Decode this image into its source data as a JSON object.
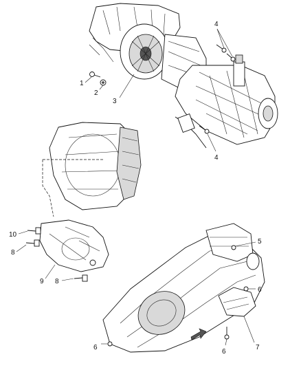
{
  "callouts": {
    "c1": "1",
    "c2": "2",
    "c3": "3",
    "c4a": "4",
    "c4b": "4",
    "c5": "5",
    "c6a": "6",
    "c6b": "6",
    "c6c": "6",
    "c7": "7",
    "c8a": "8",
    "c8b": "8",
    "c9": "9",
    "c10": "10"
  }
}
